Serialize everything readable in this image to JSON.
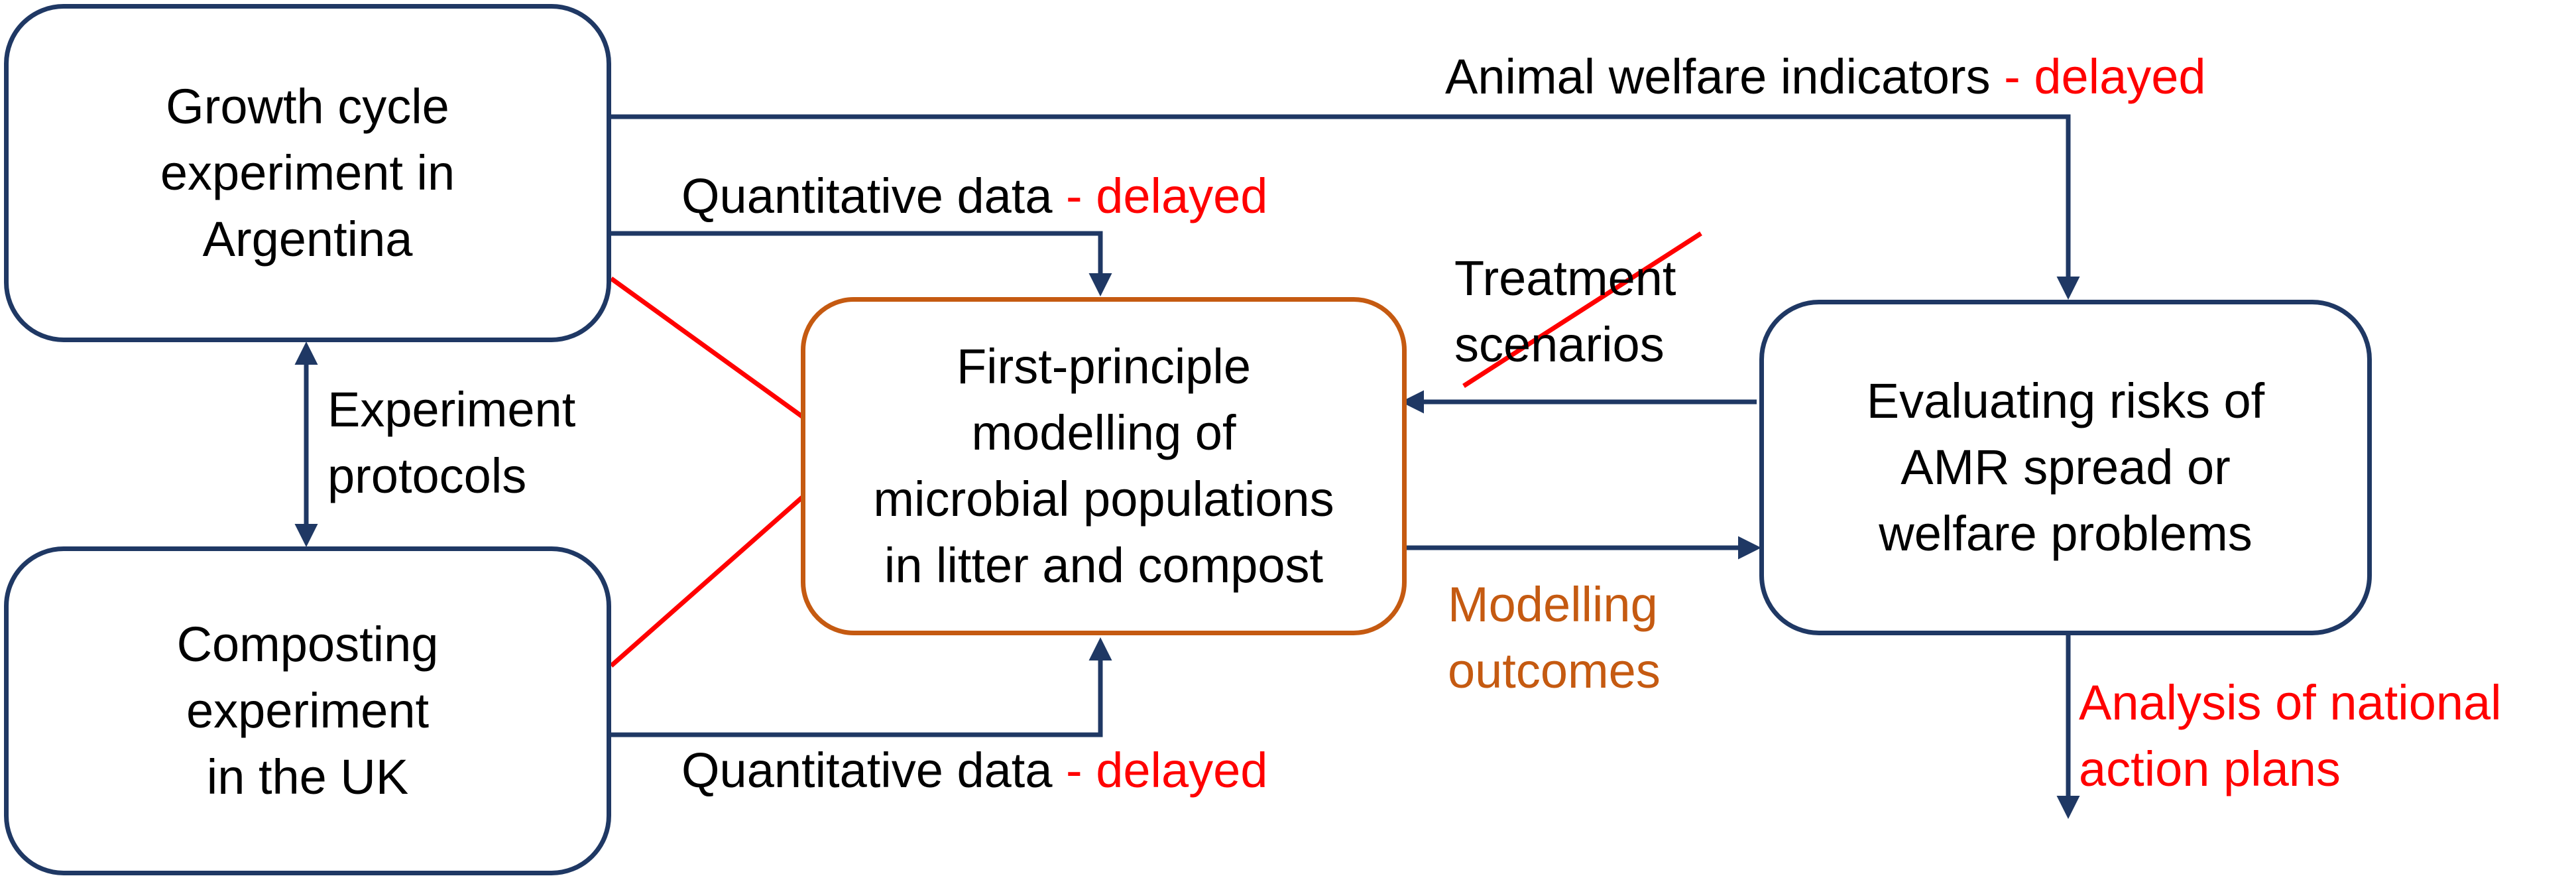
{
  "boxes": {
    "growth_cycle": [
      "Growth cycle",
      "experiment in",
      "Argentina"
    ],
    "composting": [
      "Composting",
      "experiment",
      "in the UK"
    ],
    "modelling": [
      "First-principle",
      "modelling of",
      "microbial populations",
      "in litter and compost"
    ],
    "evaluating": [
      "Evaluating risks of",
      "AMR spread or",
      "welfare problems"
    ]
  },
  "labels": {
    "animal_welfare": {
      "text": "Animal welfare indicators",
      "status": " - delayed"
    },
    "quant_top": {
      "text": "Quantitative data",
      "status": " - delayed"
    },
    "quant_bottom": {
      "text": "Quantitative data",
      "status": " - delayed"
    },
    "experiment_protocols": [
      "Experiment",
      "protocols"
    ],
    "treatment_scenarios": [
      "Treatment",
      "scenarios"
    ],
    "modelling_outcomes": [
      "Modelling",
      "outcomes"
    ],
    "national_plans": [
      "Analysis of national",
      "action plans"
    ]
  },
  "colors": {
    "navy": "#1f3864",
    "orange": "#c55a11",
    "red": "#ff0000",
    "text": "#000000"
  }
}
